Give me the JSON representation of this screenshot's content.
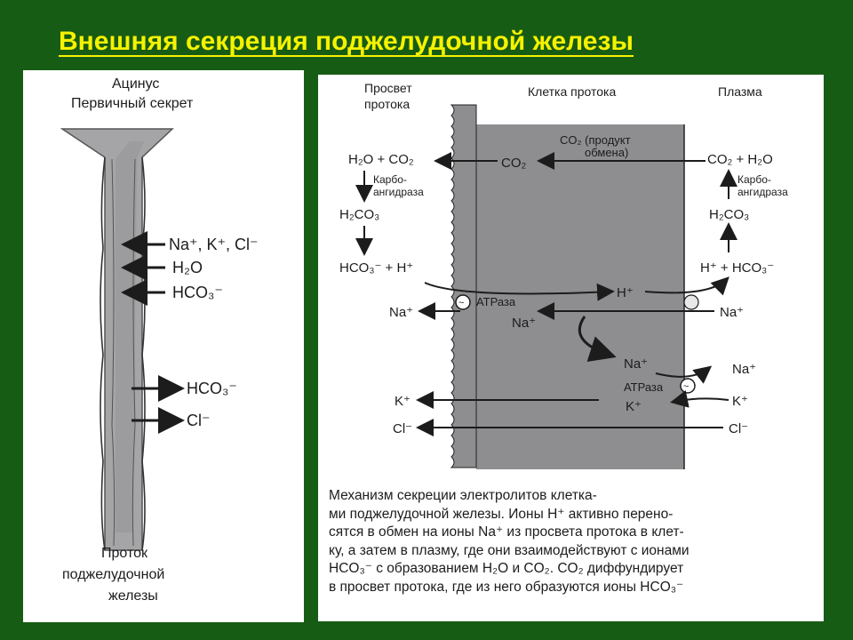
{
  "title": "Внешняя секреция поджелудочной железы",
  "colors": {
    "background": "#175c14",
    "title": "#f6f200",
    "panel": "#ffffff",
    "duct": "#a5a5a7",
    "cell": "#8e8e91",
    "ink": "#1c1c1c"
  },
  "left": {
    "top_label_1": "Ацинус",
    "top_label_2": "Первичный секрет",
    "ions_in": [
      "Na⁺, K⁺, Cl⁻",
      "H₂O",
      "HCO₃⁻"
    ],
    "ions_out": [
      "HCO₃⁻",
      "Cl⁻"
    ],
    "bottom_label_1": "Проток",
    "bottom_label_2": "поджелудочной",
    "bottom_label_3": "железы"
  },
  "right": {
    "col_lumen_1": "Просвет",
    "col_lumen_2": "протока",
    "col_cell": "Клетка протока",
    "col_plasma": "Плазма",
    "co2_product_1": "CO₂ (продукт",
    "co2_product_2": "обмена)",
    "lumen_h2o_co2": "H₂O + CO₂",
    "cell_co2": "CO₂",
    "plasma_co2_h2o": "CO₂ + H₂O",
    "carbo_1": "Карбо-",
    "carbo_2": "ангидраза",
    "h2co3": "H₂CO₃",
    "lumen_hco3_h": "HCO₃⁻ + H⁺",
    "plasma_h_hco3": "H⁺ + HCO₃⁻",
    "atp_label": "АТРаза",
    "h_plus": "H⁺",
    "na_lumen": "Na⁺",
    "na_cell": "Na⁺",
    "na_plasma": "Na⁺",
    "na_cell_lower": "Na⁺",
    "na_plasma_lower": "Na⁺",
    "atp_label_2": "АТРаза",
    "k_lumen": "K⁺",
    "k_cell": "K⁺",
    "k_plasma": "K⁺",
    "cl_lumen": "Cl⁻",
    "cl_plasma": "Cl⁻"
  },
  "caption": [
    "Механизм секреции электролитов клетка-",
    "ми поджелудочной железы. Ионы H⁺ активно перено-",
    "сятся в обмен на ионы Na⁺ из просвета протока в клет-",
    "ку, а затем в плазму, где они взаимодействуют с ионами",
    "HCO₃⁻ с образованием H₂O и CO₂. CO₂ диффундирует",
    "в просвет протока, где из него образуются ионы HCO₃⁻"
  ]
}
